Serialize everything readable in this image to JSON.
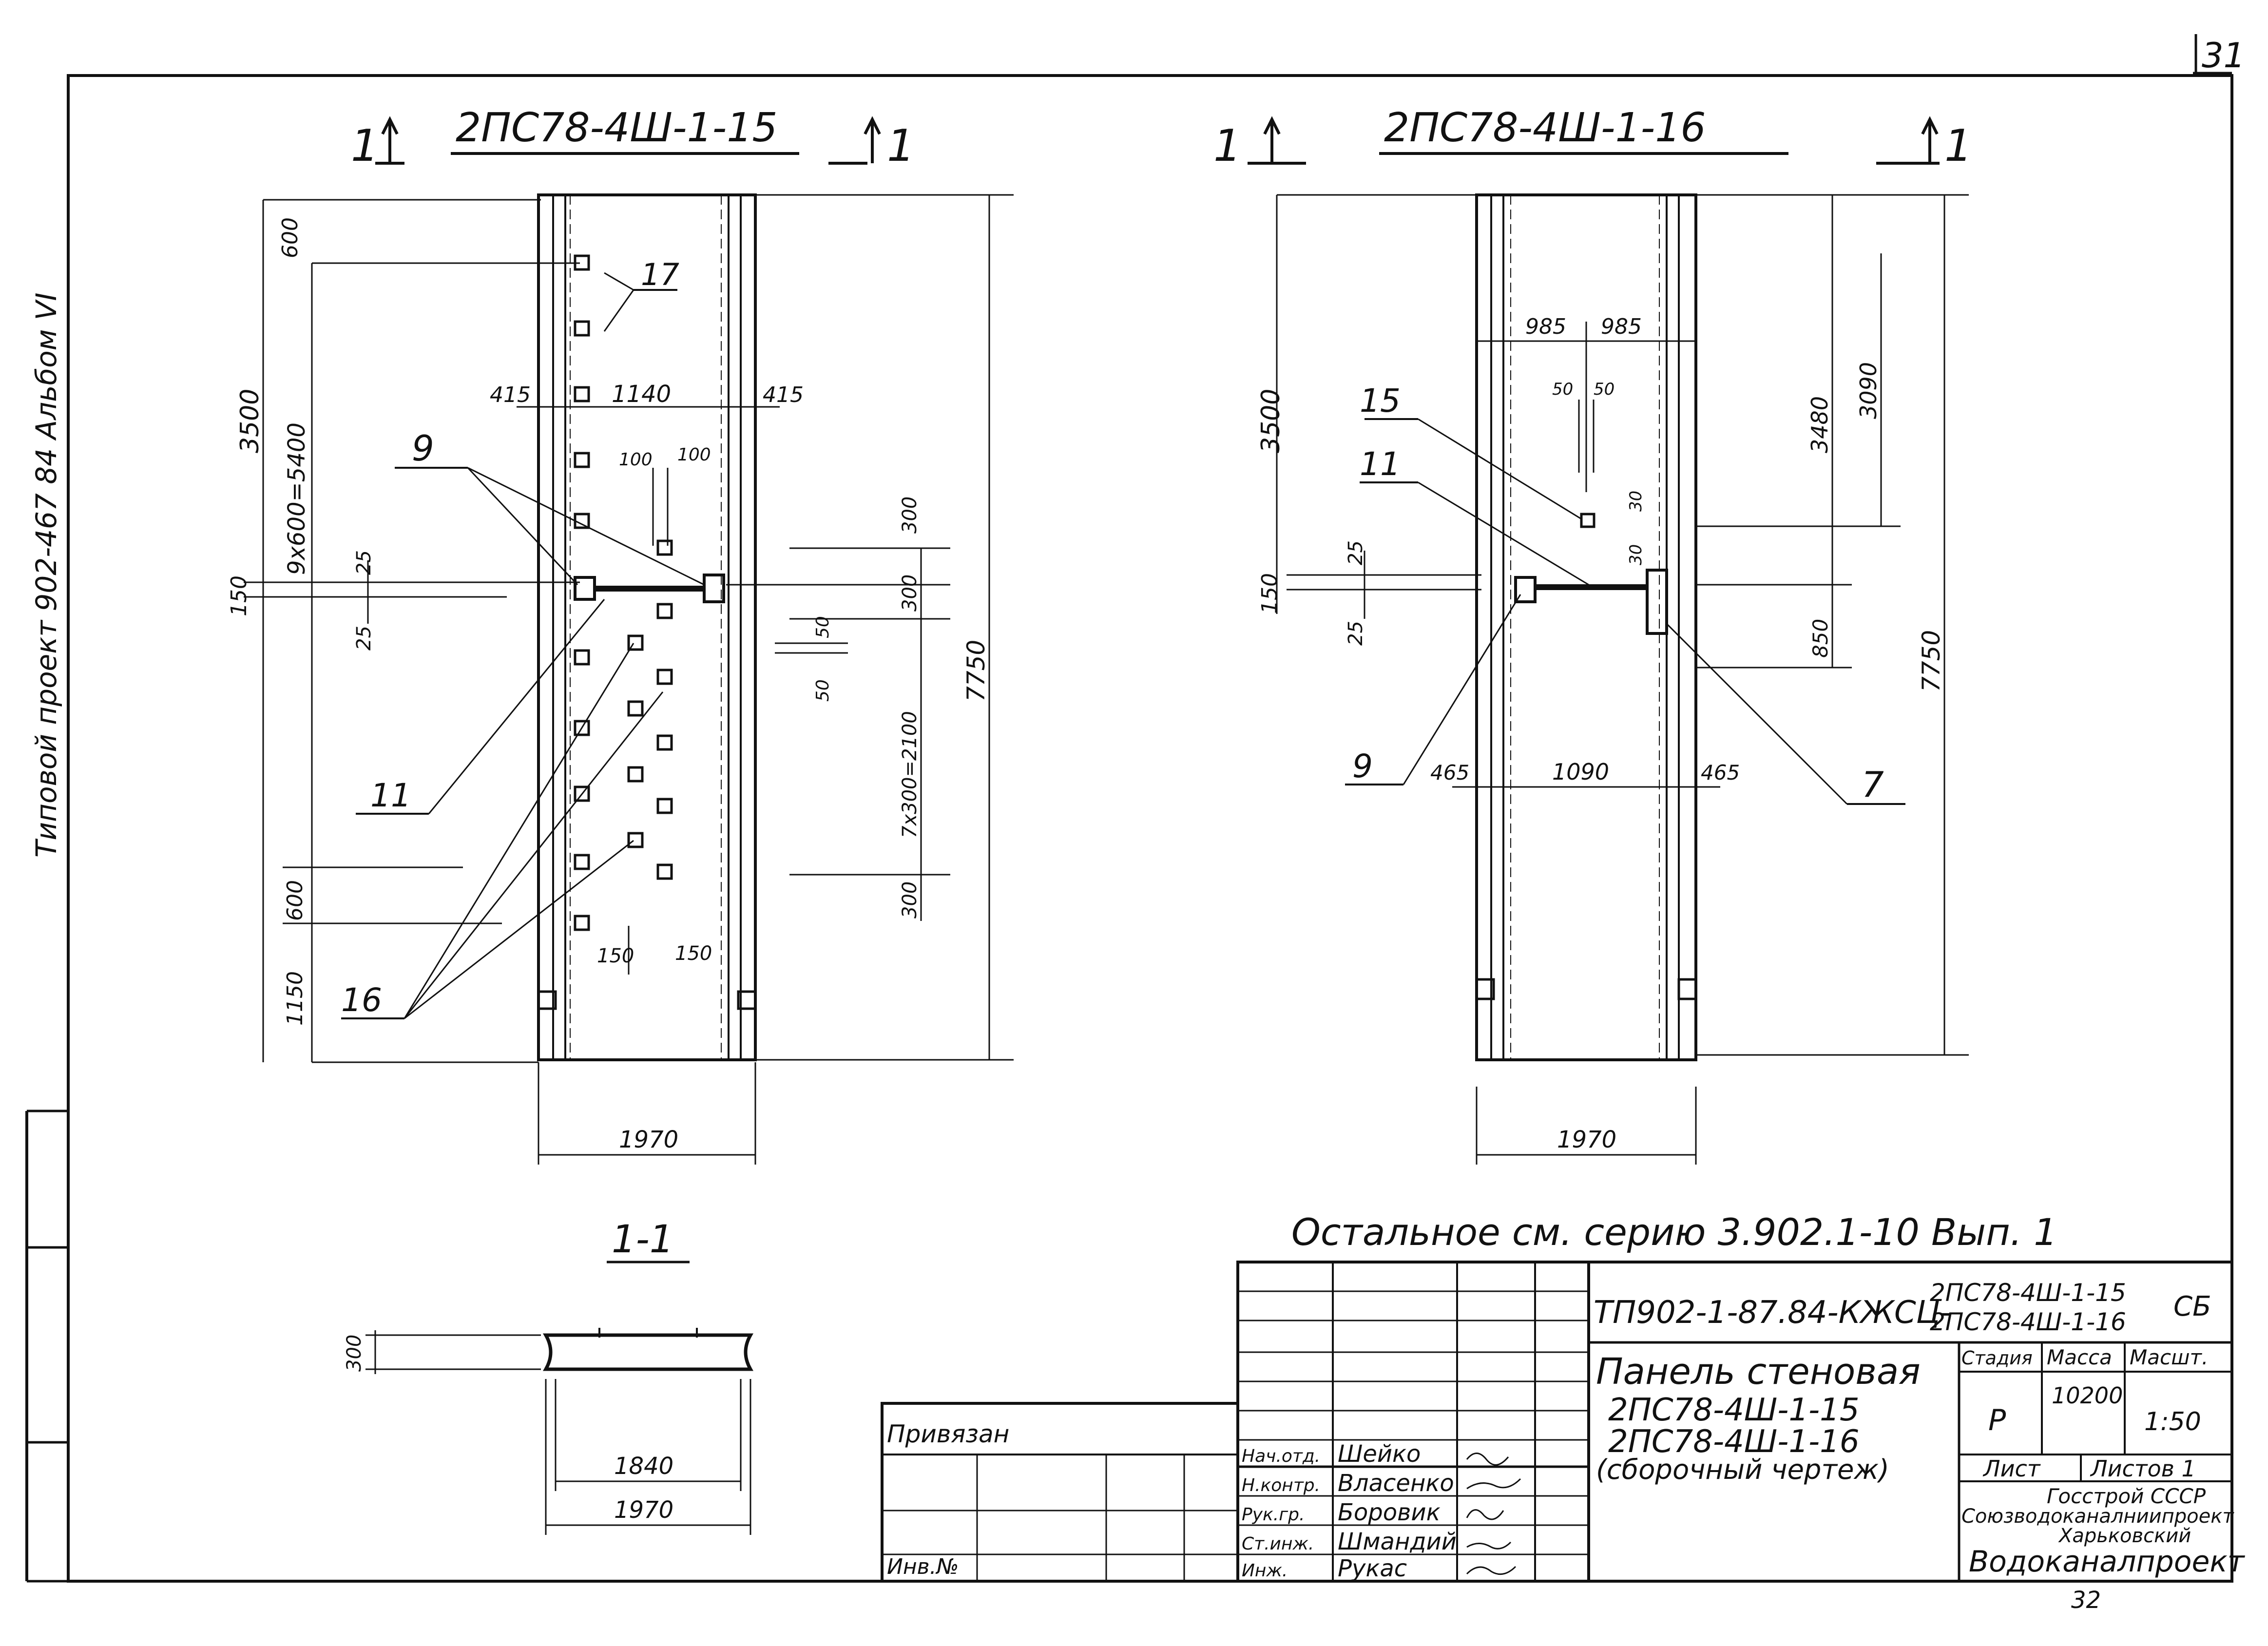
{
  "sheet": {
    "sheet_number": "31",
    "bottom_number": "32",
    "side_text": "Типовой проект 902-467 84 Альбом VI"
  },
  "left_view": {
    "section_marker_left": "1",
    "section_marker_right": "1",
    "title": "2ПС78-4Ш-1-15",
    "dims": {
      "d600_top": "600",
      "d3500": "3500",
      "d9x600": "9х600=5400",
      "d150": "150",
      "d25a": "25",
      "d25b": "25",
      "d600_bottom": "600",
      "d1150": "1150",
      "d415_left": "415",
      "d1140": "1140",
      "d415_right": "415",
      "d100a": "100",
      "d100b": "100",
      "d300_top": "300",
      "d300_mid": "300",
      "d50a": "50",
      "d50b": "50",
      "d7x300": "7х300=2100",
      "d300_bottom": "300",
      "d7750": "7750",
      "d150_left": "150",
      "d150_right": "150",
      "d1970": "1970"
    },
    "callouts": {
      "c17": "17",
      "c9": "9",
      "c11": "11",
      "c16": "16"
    }
  },
  "right_view": {
    "section_marker_left": "1",
    "section_marker_right": "1",
    "title": "2ПС78-4Ш-1-16",
    "dims": {
      "d3500": "3500",
      "d150": "150",
      "d25a": "25",
      "d25b": "25",
      "d985a": "985",
      "d985b": "985",
      "d50a": "50",
      "d50b": "50",
      "d30a": "30",
      "d30b": "30",
      "d3480": "3480",
      "d3090": "3090",
      "d850": "850",
      "d7750": "7750",
      "d465_left": "465",
      "d1090": "1090",
      "d465_right": "465",
      "d1970": "1970"
    },
    "callouts": {
      "c15": "15",
      "c11": "11",
      "c9": "9",
      "c7": "7"
    }
  },
  "section_view": {
    "title": "1-1",
    "d300": "300",
    "d1840": "1840",
    "d1970": "1970"
  },
  "note": "Остальное см. серию 3.902.1-10 Вып. 1",
  "title_block": {
    "doc_code": "ТП902-1-87.84-КЖСЦ-",
    "doc_code_top": "2ПС78-4Ш-1-15",
    "doc_code_bottom": "2ПС78-4Ш-1-16",
    "doc_suffix": "СБ",
    "name_line1": "Панель стеновая",
    "name_line2": "2ПС78-4Ш-1-15",
    "name_line3": "2ПС78-4Ш-1-16",
    "name_line4": "(сборочный чертеж)",
    "col_stage": "Стадия",
    "col_mass": "Масса",
    "col_scale": "Масшт.",
    "stage": "Р",
    "mass": "10200",
    "scale": "1:50",
    "sheet_label": "Лист",
    "sheets_label": "Листов 1",
    "org_line1": "Госстрой СССР",
    "org_line2": "Союзводоканалниипроект",
    "org_line3": "Харьковский",
    "org_line4": "Водоканалпроект",
    "bound_label": "Привязан",
    "inv_label": "Инв.№",
    "staff": [
      {
        "role": "Нач.отд.",
        "name": "Шейко"
      },
      {
        "role": "Н.контр.",
        "name": "Власенко"
      },
      {
        "role": "Рук.гр.",
        "name": "Боровик"
      },
      {
        "role": "Ст.инж.",
        "name": "Шмандий"
      },
      {
        "role": "Инж.",
        "name": "Рукас"
      }
    ]
  }
}
